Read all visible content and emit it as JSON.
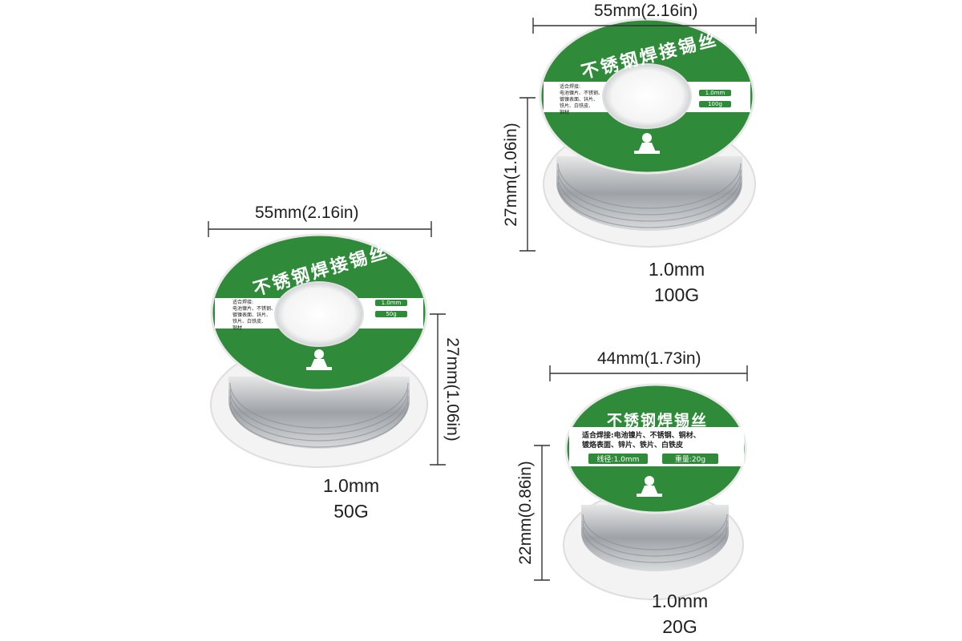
{
  "product_images": [
    {
      "id": "spool-50g",
      "label_title": "不锈钢焊接锡丝",
      "label_lines": [
        "适合焊接:",
        "电池镍片、不锈钢、",
        "镀镍表面、锌片、",
        "铁片、白铁皮、",
        "铜材"
      ],
      "label_diameter": "1.0mm",
      "label_weight": "50g",
      "width_dim": "55mm(2.16in)",
      "height_dim": "27mm(1.06in)",
      "caption_diameter": "1.0mm",
      "caption_weight": "50G"
    },
    {
      "id": "spool-100g",
      "label_title": "不锈钢焊接锡丝",
      "label_lines": [
        "适合焊接:",
        "电池镍片、不锈钢、",
        "镀镍表面、锌片、",
        "铁片、白铁皮、",
        "铜材"
      ],
      "label_diameter": "1.0mm",
      "label_weight": "100g",
      "width_dim": "55mm(2.16in)",
      "height_dim": "27mm(1.06in)",
      "caption_diameter": "1.0mm",
      "caption_weight": "100G"
    },
    {
      "id": "spool-20g",
      "label_title": "不锈钢焊锡丝",
      "label_lines": [
        "适合焊接:电池镍片、不锈钢、铜材、",
        "镀烙表面、锌片、铁片、白铁皮"
      ],
      "label_diameter": "线径:1.0mm",
      "label_weight": "重量:20g",
      "width_dim": "44mm(1.73in)",
      "height_dim": "22mm(0.86in)",
      "caption_diameter": "1.0mm",
      "caption_weight": "20G"
    }
  ],
  "colors": {
    "label_green": "#2f8a3a",
    "label_white": "#ffffff",
    "spool_white": "#f1f1f1",
    "wire_silver": "#b9bcbf",
    "dim_line": "#333333"
  }
}
